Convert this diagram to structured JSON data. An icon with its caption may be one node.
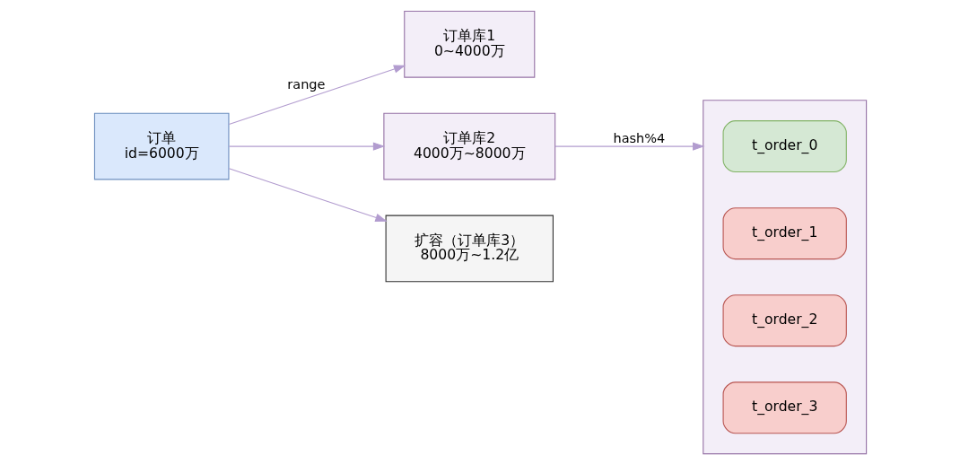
{
  "diagram": {
    "nodes": [
      {
        "text": [
          "订单",
          "id=6000万"
        ]
      },
      {
        "text": [
          "订单库1",
          "0~4000万"
        ]
      },
      {
        "text": [
          "订单库2",
          "4000万~8000万"
        ]
      },
      {
        "text": [
          "扩容（订单库3）",
          "8000万~1.2亿"
        ]
      },
      {
        "text": [],
        "shape": "box"
      },
      {
        "text": [
          "t_order_0"
        ],
        "in": 4
      },
      {
        "text": [
          "t_order_1"
        ],
        "in": 4
      },
      {
        "text": [
          "t_order_2"
        ],
        "in": 4
      },
      {
        "text": [
          "t_order_3"
        ],
        "in": 4
      }
    ],
    "edges": [
      {
        "from": 0,
        "to": 1,
        "arrow": "to",
        "label": "range"
      },
      {
        "from": 0,
        "to": 2,
        "arrow": "to"
      },
      {
        "from": 0,
        "to": 3,
        "arrow": "to"
      },
      {
        "from": 2,
        "to": 4,
        "arrow": "to",
        "label": "hash%4"
      }
    ]
  }
}
